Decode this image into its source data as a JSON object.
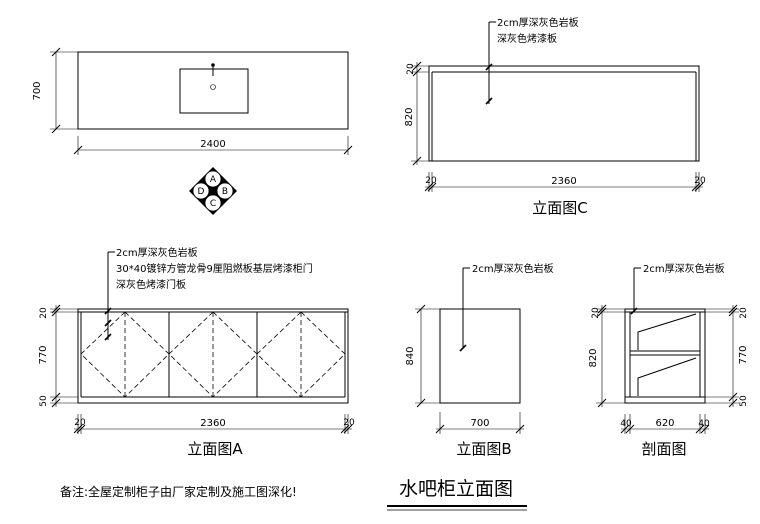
{
  "title": "水吧柜立面图",
  "note": "备注:全屋定制柜子由厂家定制及施工图深化!",
  "plan": {
    "depth": "700",
    "width": "2400",
    "key": {
      "a": "A",
      "b": "B",
      "c": "C",
      "d": "D"
    }
  },
  "elev_c": {
    "caption": "立面图C",
    "callout_1": "2cm厚深灰色岩板",
    "callout_2": "深灰色烤漆板",
    "dim_top": "20",
    "dim_height": "820",
    "dim_left": "20",
    "dim_width": "2360",
    "dim_right": "20"
  },
  "elev_a": {
    "caption": "立面图A",
    "callout_1": "2cm厚深灰色岩板",
    "callout_2": "30*40镀锌方管龙骨9厘阻燃板基层烤漆柜门",
    "callout_3": "深灰色烤漆门板",
    "dim_top": "20",
    "dim_height": "770",
    "dim_base": "50",
    "dim_left": "20",
    "dim_width": "2360",
    "dim_right": "20"
  },
  "elev_b": {
    "caption": "立面图B",
    "callout_1": "2cm厚深灰色岩板",
    "dim_height": "840",
    "dim_width": "700"
  },
  "section": {
    "caption": "剖面图",
    "callout_1": "2cm厚深灰色岩板",
    "dim_top": "20",
    "dim_height": "820",
    "dim_right_top": "20",
    "dim_right_mid": "770",
    "dim_right_base": "50",
    "dim_left": "40",
    "dim_width": "620",
    "dim_right": "40"
  }
}
